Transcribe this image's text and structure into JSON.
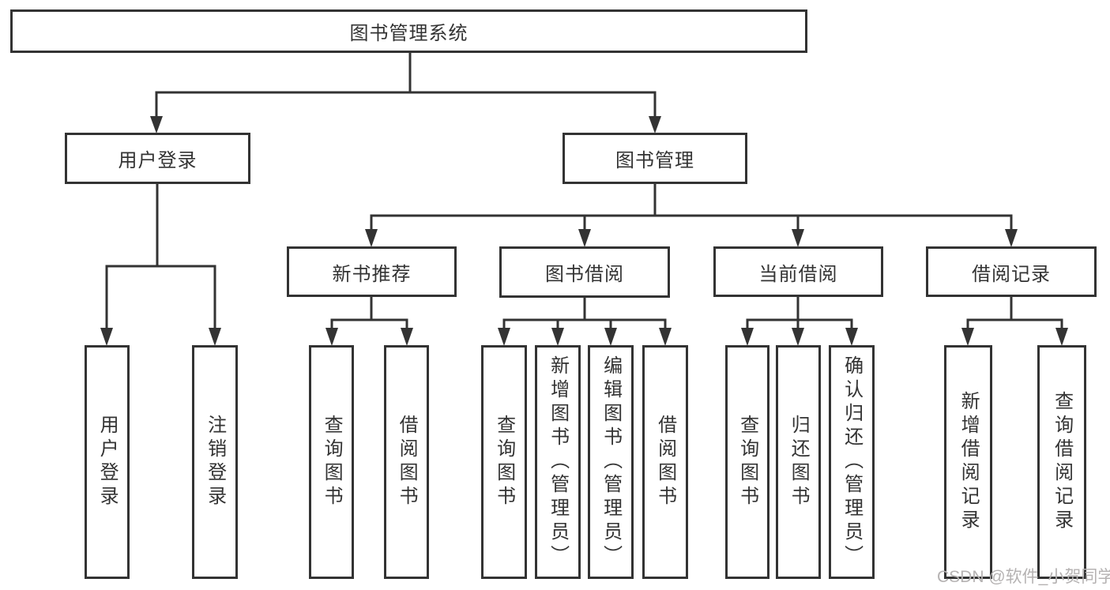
{
  "diagram": {
    "title": "图书管理系统",
    "root": {
      "label": "图书管理系统"
    },
    "level2": [
      {
        "label": "用户登录"
      },
      {
        "label": "图书管理"
      }
    ],
    "level3": [
      {
        "label": "新书推荐"
      },
      {
        "label": "图书借阅"
      },
      {
        "label": "当前借阅"
      },
      {
        "label": "借阅记录"
      }
    ],
    "leaves": {
      "user_login": [
        "用户登录",
        "注销登录"
      ],
      "new_book": [
        "查询图书",
        "借阅图书"
      ],
      "book_borrow": [
        "查询图书",
        "新增图书（管理员）",
        "编辑图书（管理员）",
        "借阅图书"
      ],
      "current_borrow": [
        "查询图书",
        "归还图书",
        "确认归还（管理员）"
      ],
      "borrow_record": [
        "新增借阅记录",
        "查询借阅记录"
      ]
    }
  },
  "watermark": {
    "text": "CSDN @软件_小贺同学"
  },
  "colors": {
    "line": "#333333",
    "text": "#333333",
    "box_background": "#ffffff",
    "page_background": "#ffffff",
    "watermark": "#b5b2b2"
  }
}
